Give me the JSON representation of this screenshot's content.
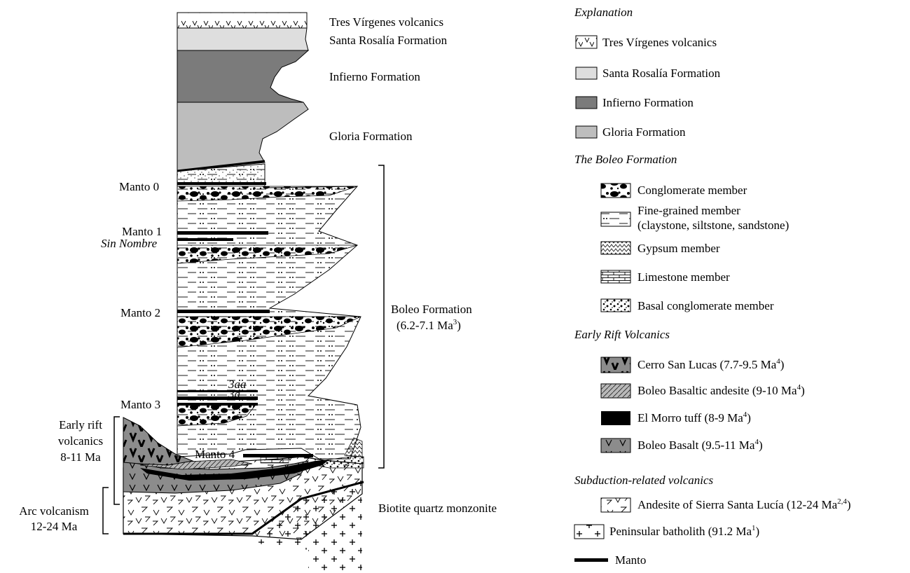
{
  "column_labels": {
    "tres_virgenes": "Tres Vírgenes volcanics",
    "santa_rosalia": "Santa Rosalía Formation",
    "infierno": "Infierno Formation",
    "gloria": "Gloria Formation",
    "biotite": "Biotite quartz monzonite"
  },
  "mantos": {
    "manto0": "Manto 0",
    "manto1": "Manto 1",
    "sin_nombre": "Sin Nombre",
    "manto2": "Manto 2",
    "manto3": "Manto 3",
    "manto3aa": "3aa",
    "manto3a": "3a",
    "manto4": "Manto 4"
  },
  "brackets": {
    "boleo_line1": "Boleo Formation",
    "boleo_line2_prefix": "(6.2-7.1 Ma",
    "boleo_line2_sup": "3",
    "boleo_line2_suffix": ")",
    "early_rift_1": "Early rift",
    "early_rift_2": "volcanics",
    "early_rift_3": "8-11 Ma",
    "arc_1": "Arc volcanism",
    "arc_2": "12-24 Ma"
  },
  "legend": {
    "title": "Explanation",
    "tres_virgenes": "Tres Vírgenes volcanics",
    "santa_rosalia": "Santa Rosalía Formation",
    "infierno": "Infierno Formation",
    "gloria": "Gloria Formation",
    "boleo_heading": "The Boleo Formation",
    "conglomerate": "Conglomerate member",
    "fine_1": "Fine-grained  member",
    "fine_2": "(claystone, siltstone, sandstone)",
    "gypsum": "Gypsum member",
    "limestone": "Limestone member",
    "basal": "Basal conglomerate member",
    "early_rift_heading": "Early Rift Volcanics",
    "cerro_text": "Cerro San Lucas (7.7-9.5 Ma",
    "cerro_sup": "4",
    "cerro_end": ")",
    "boleo_andesite_text": "Boleo Basaltic andesite (9-10 Ma",
    "boleo_andesite_sup": "4",
    "boleo_andesite_end": ")",
    "morro_text": "El Morro tuff (8-9 Ma",
    "morro_sup": "4",
    "morro_end": ")",
    "boleo_basalt_text": "Boleo Basalt (9.5-11 Ma",
    "boleo_basalt_sup": "4",
    "boleo_basalt_end": ")",
    "subduction_heading": "Subduction-related volcanics",
    "andesite_text": "Andesite of Sierra Santa Lucía (12-24 Ma",
    "andesite_sup": "2,4",
    "andesite_end": ")",
    "batholith_text": "Peninsular batholith (91.2 Ma",
    "batholith_sup": "1",
    "batholith_end": ")",
    "manto": "Manto"
  },
  "colors": {
    "light_gray": "#dedede",
    "dark_gray": "#7b7b7b",
    "mid_gray": "#b9b9b9",
    "basalt_gray": "#8c8c8c",
    "black": "#000000"
  }
}
